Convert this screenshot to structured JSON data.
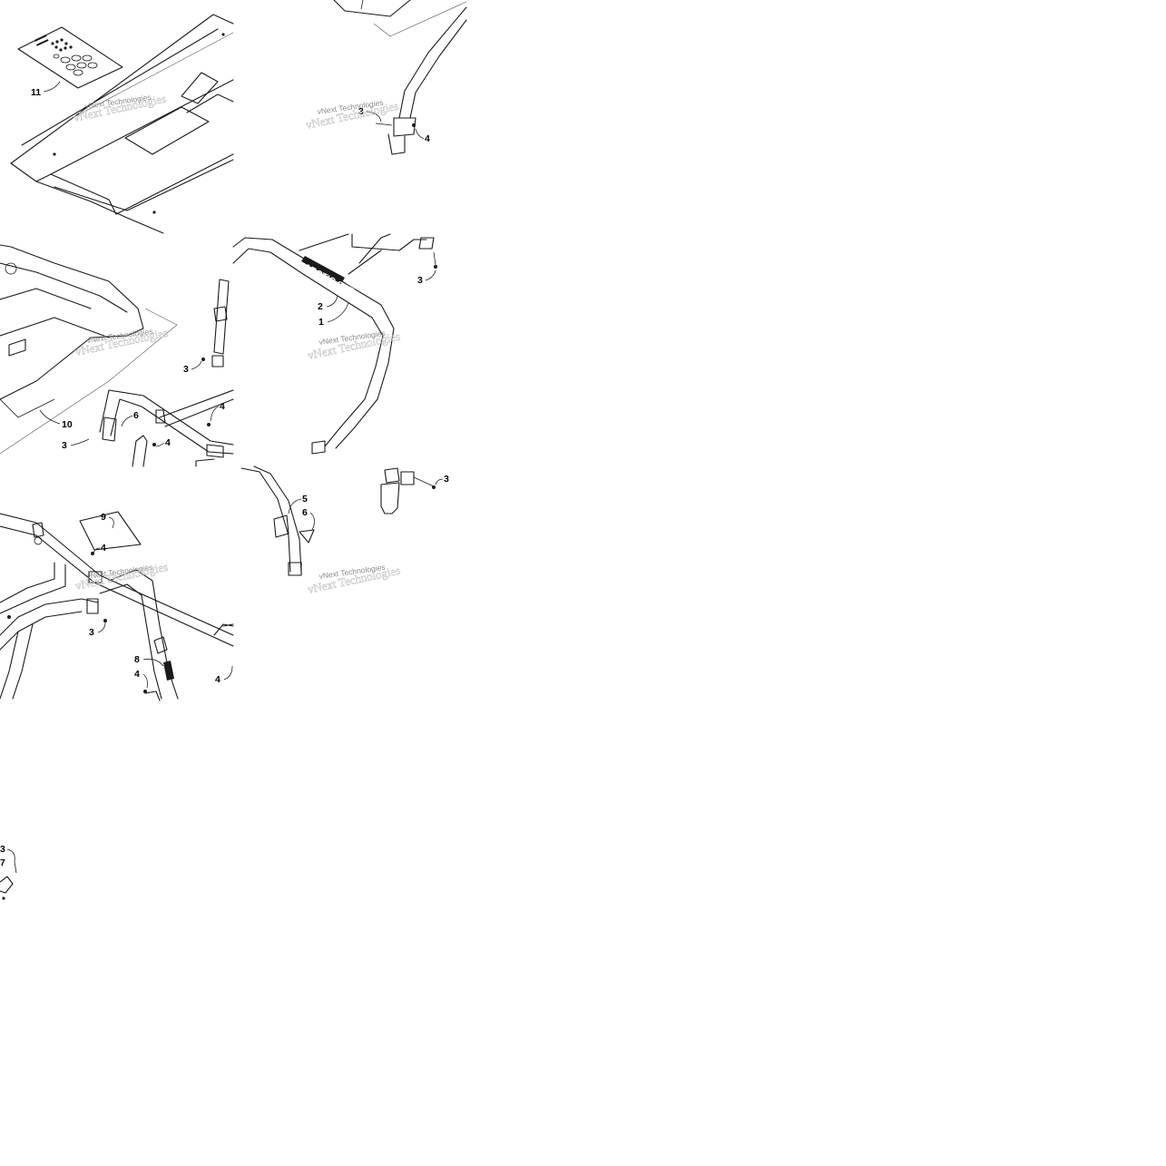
{
  "watermark": {
    "text": "vNext Technologies"
  },
  "brand_label": "ARCTIC CAT",
  "callouts": {
    "t1_11": "11",
    "t2_3": "3",
    "t2_4": "4",
    "t3_10": "10",
    "t3_3a": "3",
    "t3_6": "6",
    "t3_3b": "3",
    "t3_4a": "4",
    "t3_4b": "4",
    "t4_2": "2",
    "t4_1": "1",
    "t4_3": "3",
    "t5_9": "9",
    "t5_4a": "4",
    "t5_3": "3",
    "t5_8": "8",
    "t5_4b": "4",
    "t5_4c": "4",
    "t6_5": "5",
    "t6_6": "6",
    "t6_3": "3",
    "t7_3": "3",
    "t7_7": "7"
  }
}
